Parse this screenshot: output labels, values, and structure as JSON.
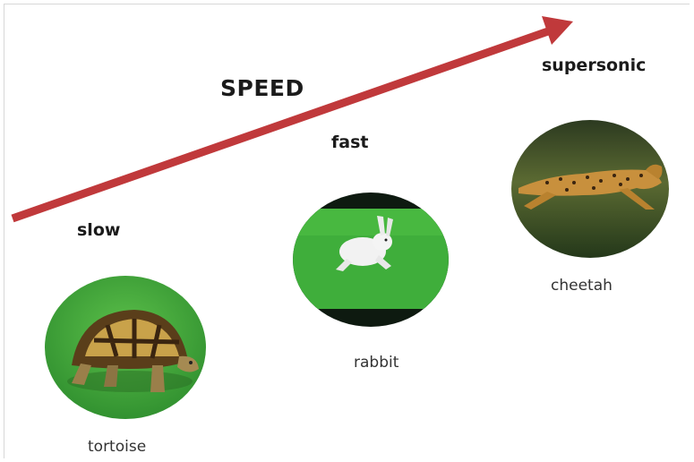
{
  "diagram": {
    "title": "SPEED",
    "levels": [
      {
        "label": "slow",
        "animal": "tortoise"
      },
      {
        "label": "fast",
        "animal": "rabbit"
      },
      {
        "label": "supersonic",
        "animal": "cheetah"
      }
    ]
  },
  "colors": {
    "arrow": "#c0393b",
    "grass": "#3ea63a",
    "text": "#1b1b1b"
  },
  "icons": [
    "tortoise-photo",
    "rabbit-photo",
    "cheetah-photo"
  ]
}
